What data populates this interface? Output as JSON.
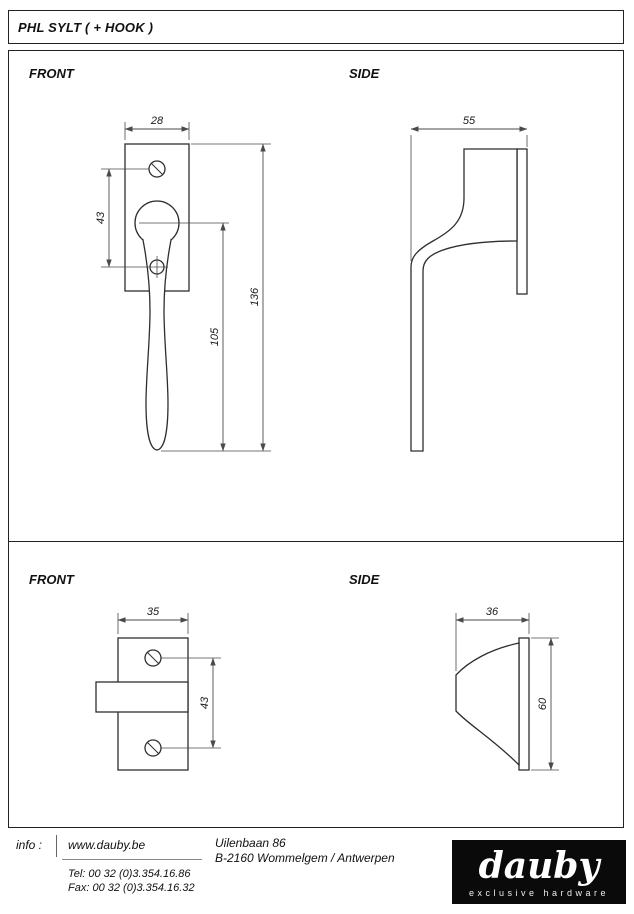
{
  "title": "PHL SYLT ( + HOOK )",
  "colors": {
    "line": "#2e2e2e",
    "logo_background": "#0a0a0a"
  },
  "views": {
    "handle": {
      "front_label": "FRONT",
      "side_label": "SIDE",
      "dim_width": "28",
      "dim_screw_spacing": "43",
      "dim_grip_length": "105",
      "dim_total_height": "136",
      "dim_side_depth": "55"
    },
    "keeper": {
      "front_label": "FRONT",
      "side_label": "SIDE",
      "dim_width": "35",
      "dim_screw_spacing": "43",
      "dim_side_depth": "36",
      "dim_side_height": "60"
    }
  },
  "footer": {
    "info_label": "info :",
    "website": "www.dauby.be",
    "tel": "Tel: 00 32 (0)3.354.16.86",
    "fax": "Fax: 00 32 (0)3.354.16.32",
    "address_line1": "Uilenbaan 86",
    "address_line2": "B-2160 Wommelgem / Antwerpen",
    "logo_text": "dauby",
    "logo_subtext": "exclusive hardware"
  }
}
